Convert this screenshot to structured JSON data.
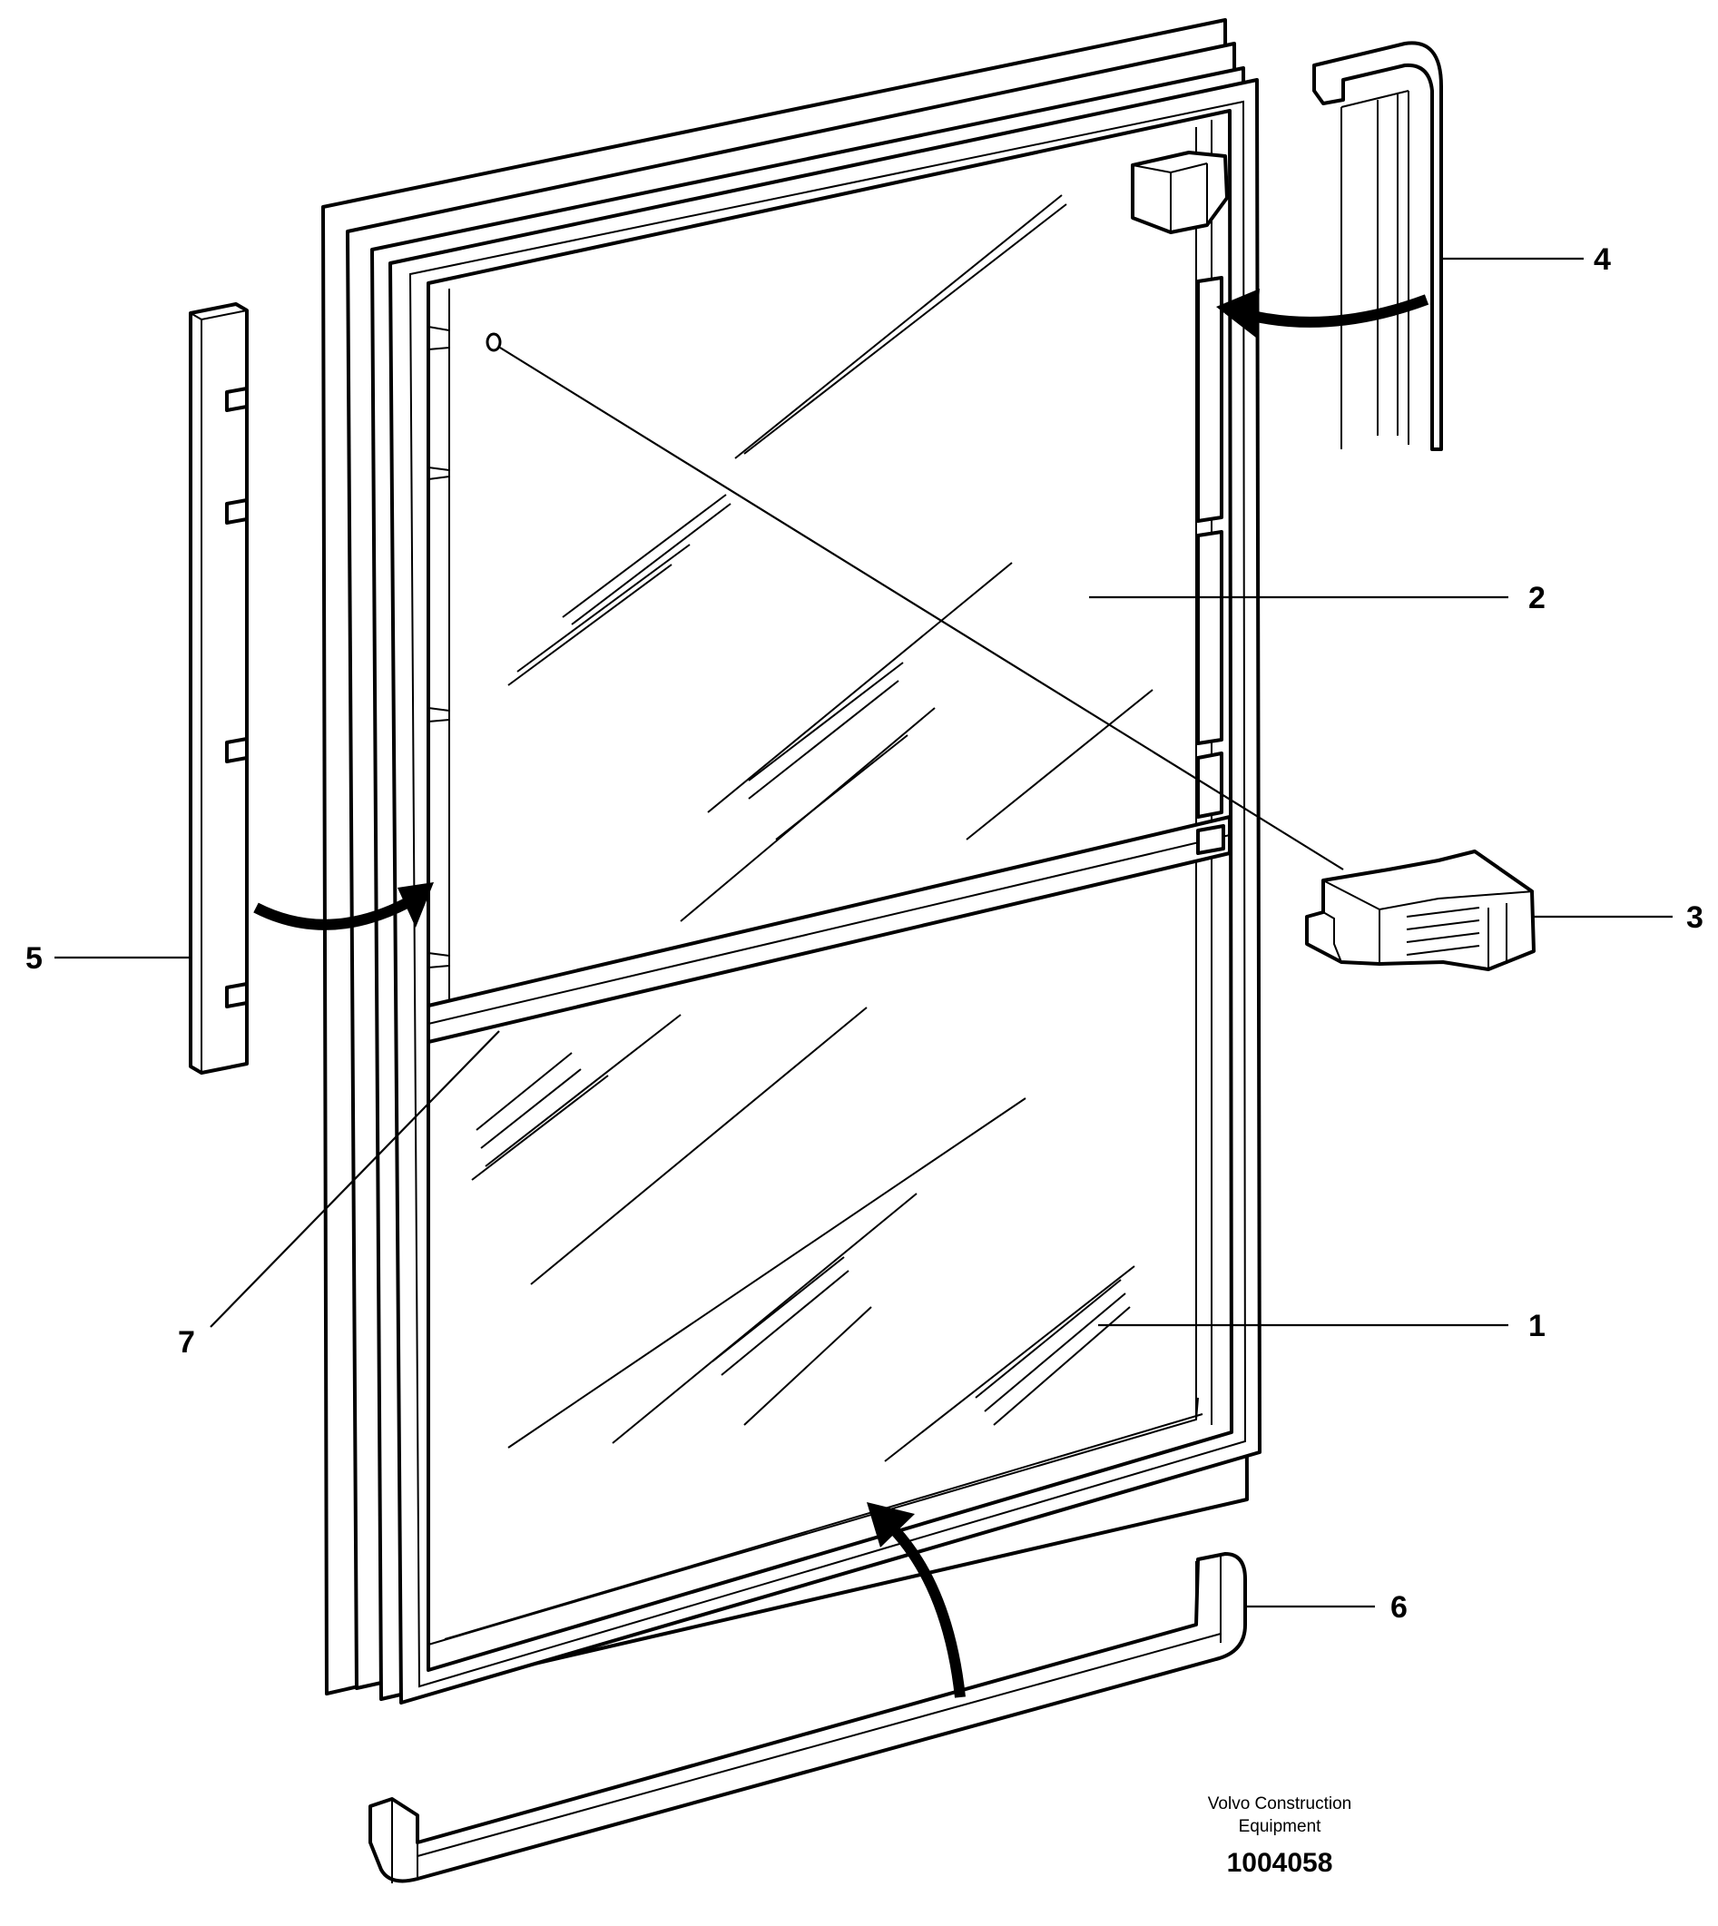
{
  "callouts": [
    {
      "id": "1",
      "label": "1"
    },
    {
      "id": "2",
      "label": "2"
    },
    {
      "id": "3",
      "label": "3"
    },
    {
      "id": "4",
      "label": "4"
    },
    {
      "id": "5",
      "label": "5"
    },
    {
      "id": "6",
      "label": "6"
    },
    {
      "id": "7",
      "label": "7"
    }
  ],
  "footer": {
    "company_line1": "Volvo Construction",
    "company_line2": "Equipment",
    "drawing_number": "1004058"
  }
}
